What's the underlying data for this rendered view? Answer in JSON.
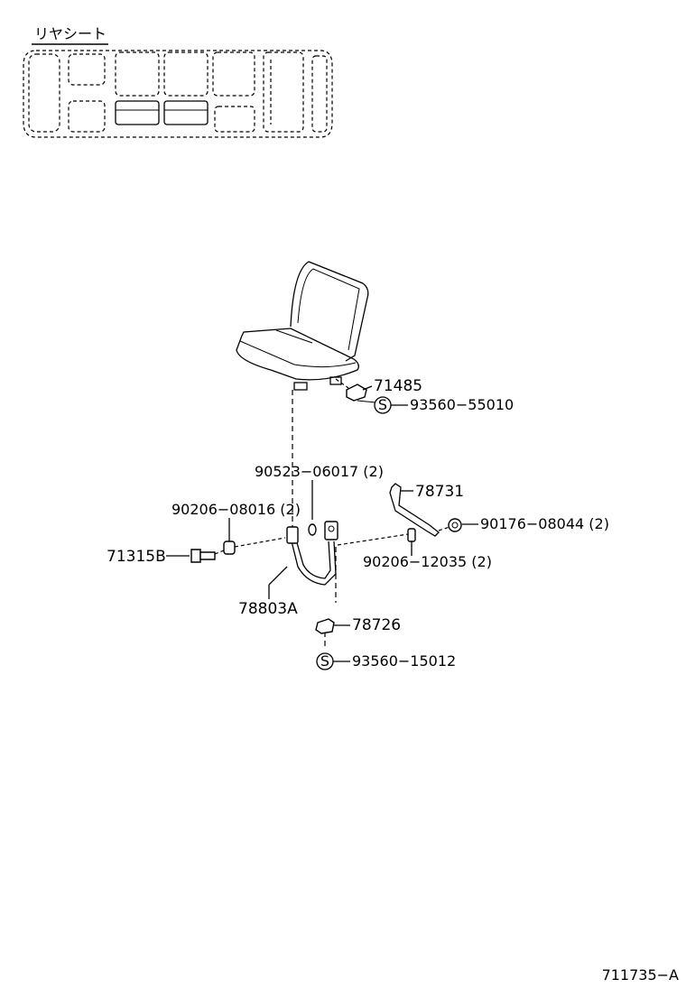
{
  "header": {
    "section_title": "リヤシート"
  },
  "callouts": {
    "c71485": "71485",
    "c93560_55010": "93560−55010",
    "c90523_06017": "90523−06017 (2)",
    "c78731": "78731",
    "c90206_08016": "90206−08016 (2)",
    "c90176_08044": "90176−08044 (2)",
    "c71315b": "71315B",
    "c90206_12035": "90206−12035 (2)",
    "c78803a": "78803A",
    "c78726": "78726",
    "c93560_15012": "93560−15012"
  },
  "symbols": {
    "s_mark": "S"
  },
  "footer": {
    "drawing_code": "711735−A"
  }
}
